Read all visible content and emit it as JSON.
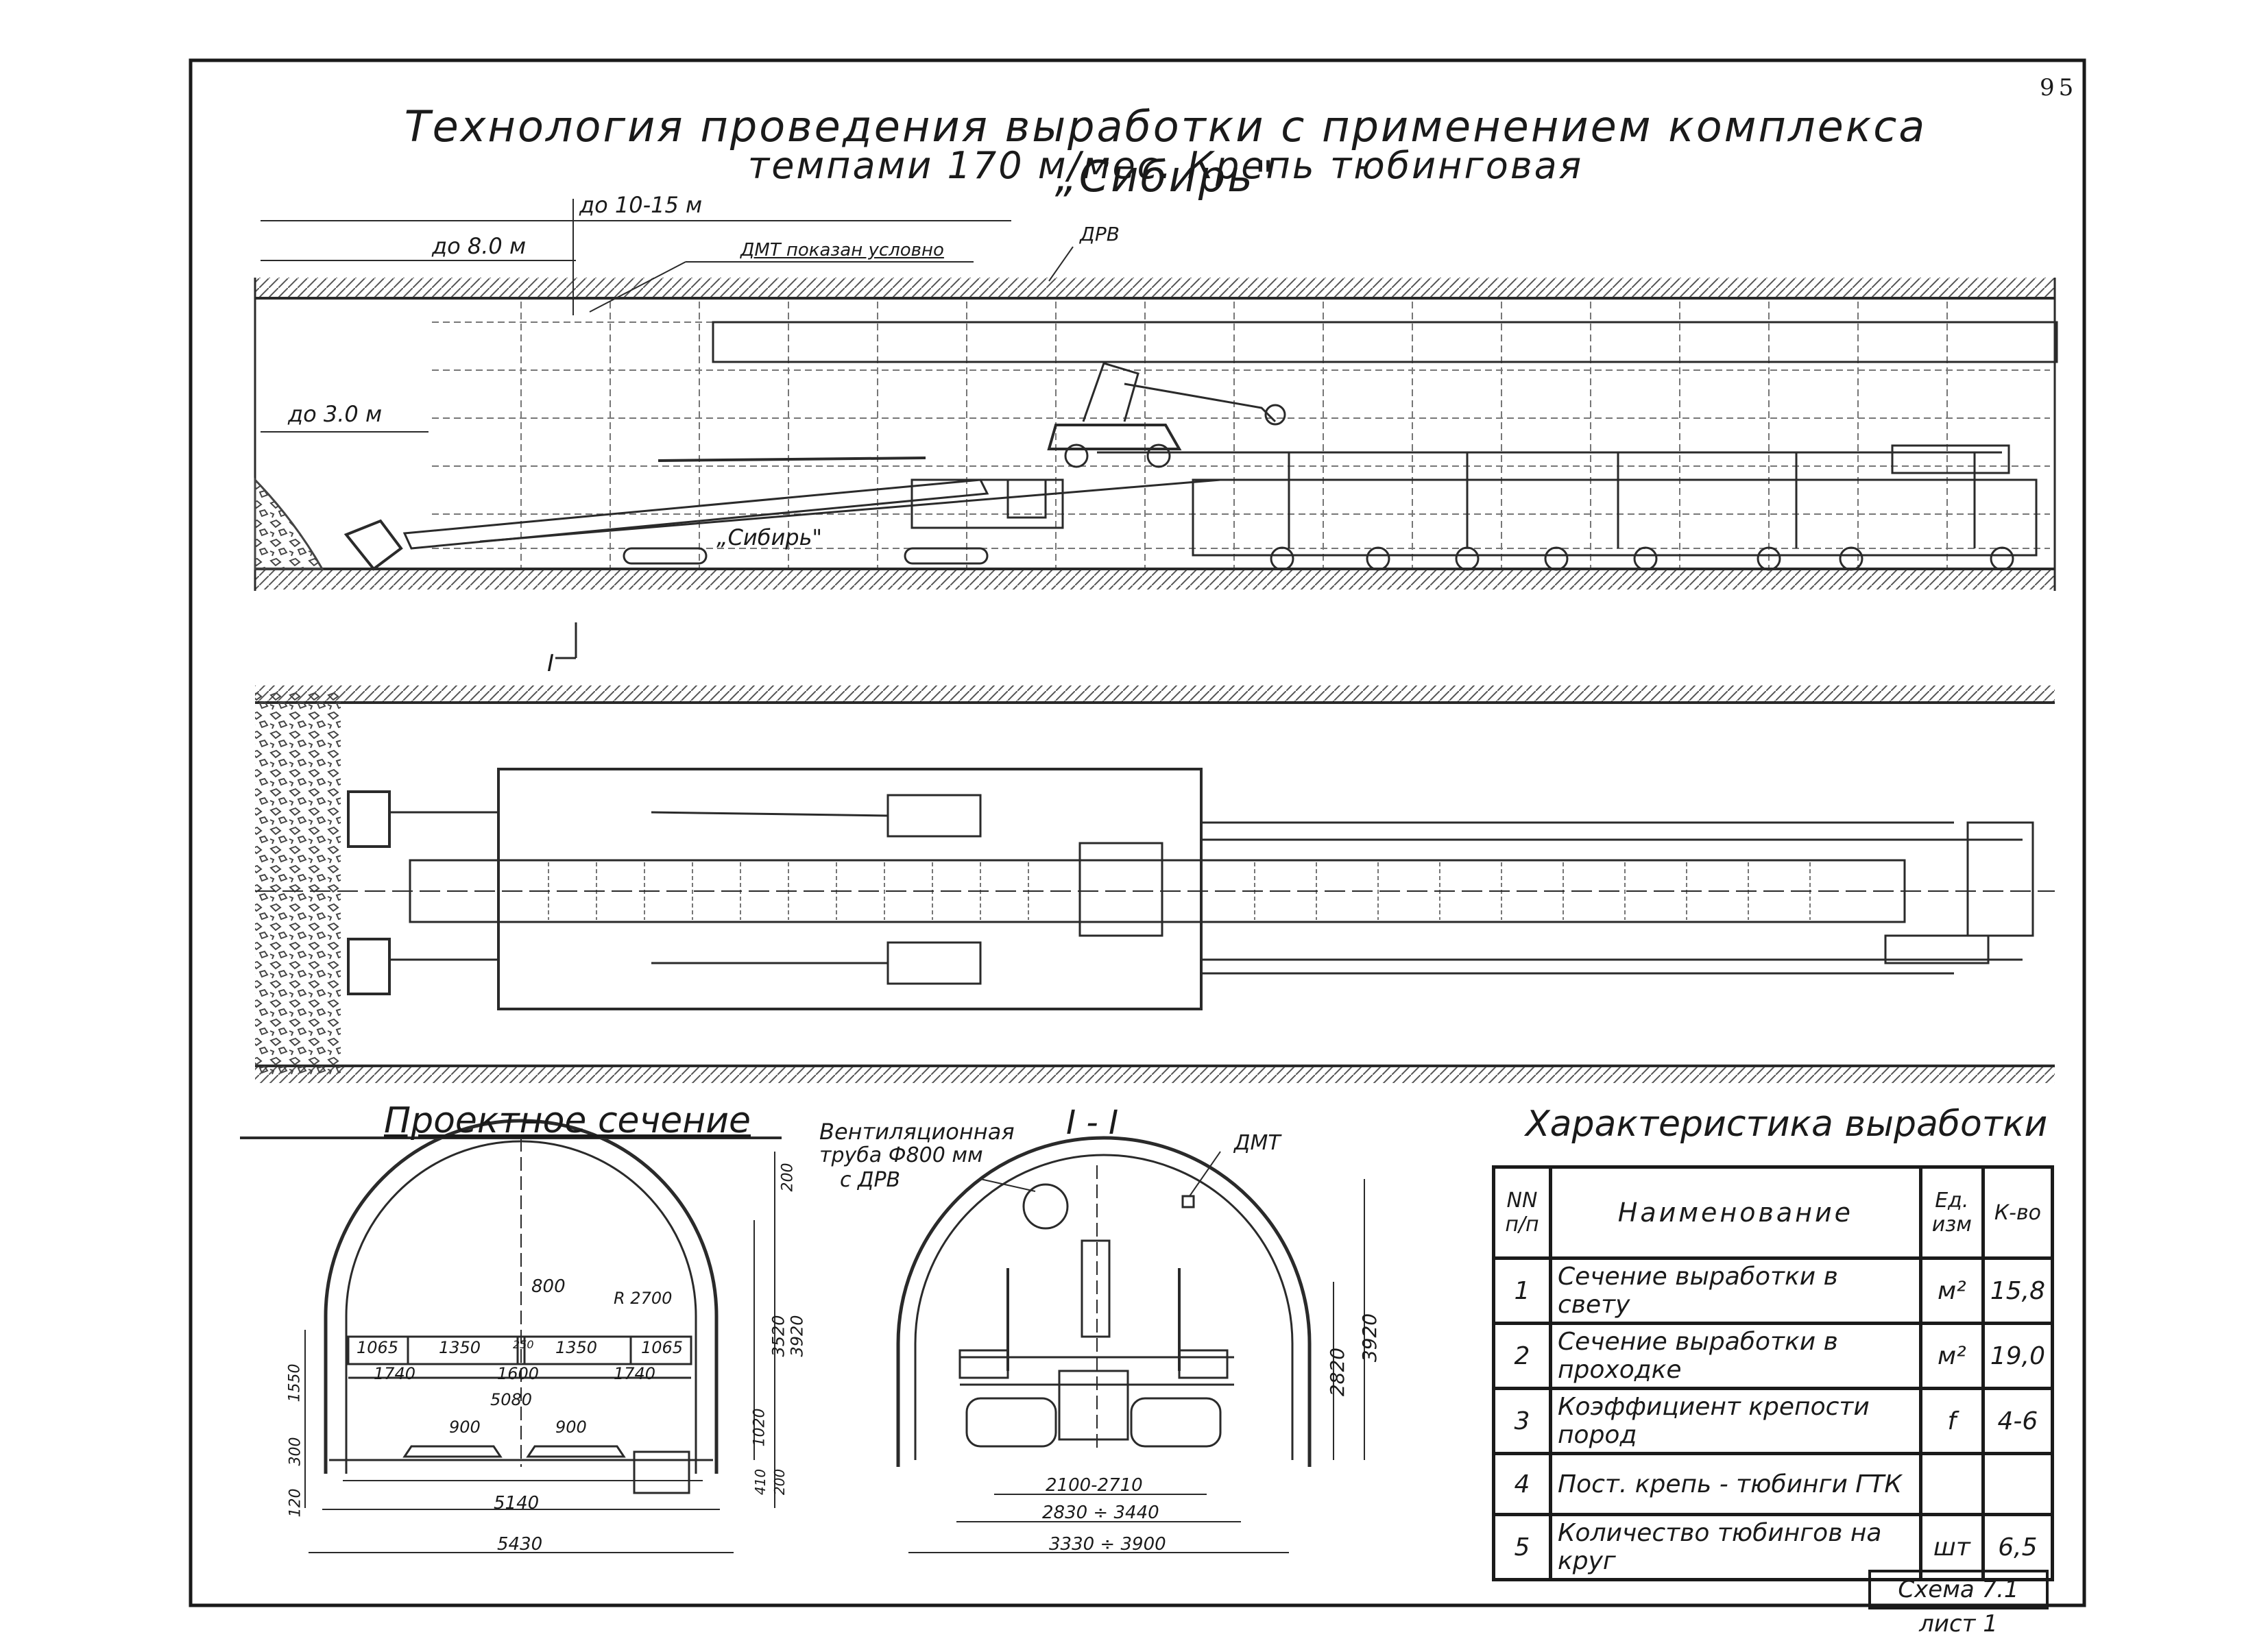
{
  "page_number": "95",
  "title_line1": "Технология проведения выработки с применением комплекса „Сибирь\"",
  "title_line2": "темпами 170 м/мес. Крепь тюбинговая",
  "longitudinal_section": {
    "dim_10_15": "до 10-15 м",
    "dim_8": "до 8.0 м",
    "dim_3": "до 3.0 м",
    "dmt_note": "ДМТ показан условно",
    "drv": "ДРВ",
    "machine_name": "„Сибирь\"",
    "cut_mark": "I"
  },
  "design_section": {
    "heading": "Проектное сечение",
    "dims_top": [
      "800",
      "R 2700"
    ],
    "dims_row1": [
      "1065",
      "1350",
      "250",
      "1350",
      "1065"
    ],
    "dims_row2": [
      "1740",
      "1600",
      "1740"
    ],
    "dim_5080": "5080",
    "dims_rails": [
      "900",
      "900"
    ],
    "dim_5140": "5140",
    "dim_5430": "5430",
    "dims_left": [
      "1550",
      "300",
      "120"
    ],
    "dims_right": [
      "200",
      "3520",
      "3920",
      "1020",
      "410",
      "200"
    ]
  },
  "section_I_I": {
    "heading": "I - I",
    "vent_label_1": "Вентиляционная",
    "vent_label_2": "труба Ф800 мм",
    "vent_label_3": "с ДРВ",
    "dmt": "ДМТ",
    "dim_2820": "2820",
    "dim_3920": "3920",
    "dim_a": "2100-2710",
    "dim_b": "2830 ÷ 3440",
    "dim_c": "3330 ÷ 3900"
  },
  "characteristics": {
    "heading": "Характеристика выработки",
    "header_num": "NN п/п",
    "header_name": "Наименование",
    "header_unit": "Ед. изм",
    "header_val": "К-во",
    "rows": [
      {
        "n": "1",
        "name": "Сечение выработки в свету",
        "unit": "м²",
        "val": "15,8"
      },
      {
        "n": "2",
        "name": "Сечение выработки в проходке",
        "unit": "м²",
        "val": "19,0"
      },
      {
        "n": "3",
        "name": "Коэффициент крепости пород",
        "unit": "f",
        "val": "4-6"
      },
      {
        "n": "4",
        "name": "Пост. крепь - тюбинги ГТК",
        "unit": "",
        "val": ""
      },
      {
        "n": "5",
        "name": "Количество тюбингов на круг",
        "unit": "шт",
        "val": "6,5"
      }
    ]
  },
  "stamp": "Схема 7.1 лист 1"
}
